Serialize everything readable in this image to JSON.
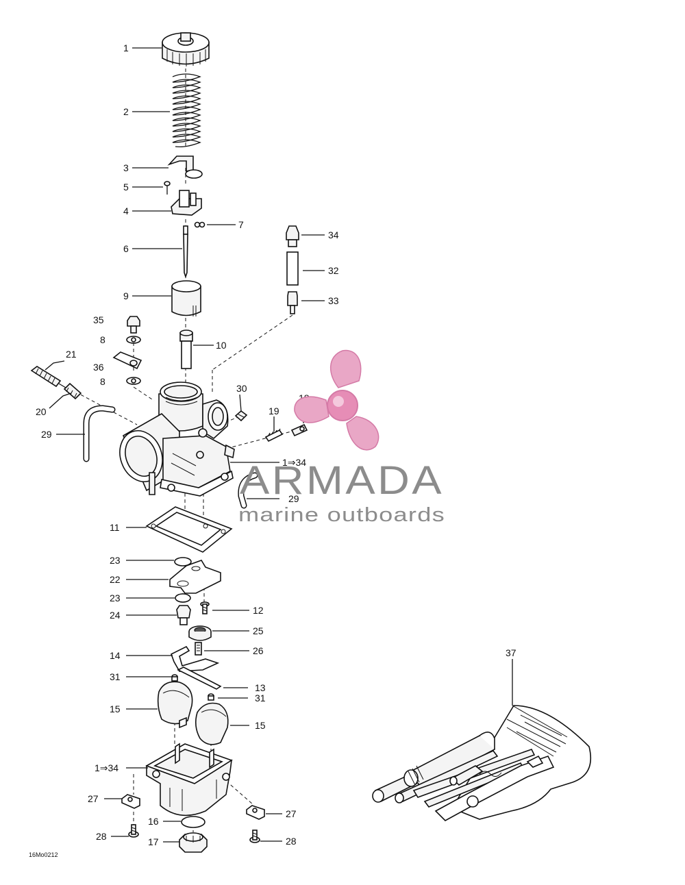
{
  "diagram": {
    "code": "16Mo0212",
    "labels": [
      "1",
      "2",
      "3",
      "5",
      "4",
      "7",
      "6",
      "9",
      "34",
      "32",
      "33",
      "35",
      "8",
      "10",
      "21",
      "36",
      "8",
      "30",
      "18",
      "20",
      "19",
      "29",
      "1⇒34",
      "29",
      "11",
      "23",
      "22",
      "23",
      "12",
      "24",
      "25",
      "14",
      "26",
      "31",
      "13",
      "31",
      "15",
      "15",
      "1⇒34",
      "27",
      "27",
      "16",
      "28",
      "28",
      "17",
      "37"
    ]
  },
  "watermark": {
    "brand": "ARMADA",
    "tagline": "marine outboards",
    "logo_icon": "propeller-icon",
    "colors": {
      "logo": "#e9a7c6",
      "text": "#8c8c8c"
    }
  }
}
